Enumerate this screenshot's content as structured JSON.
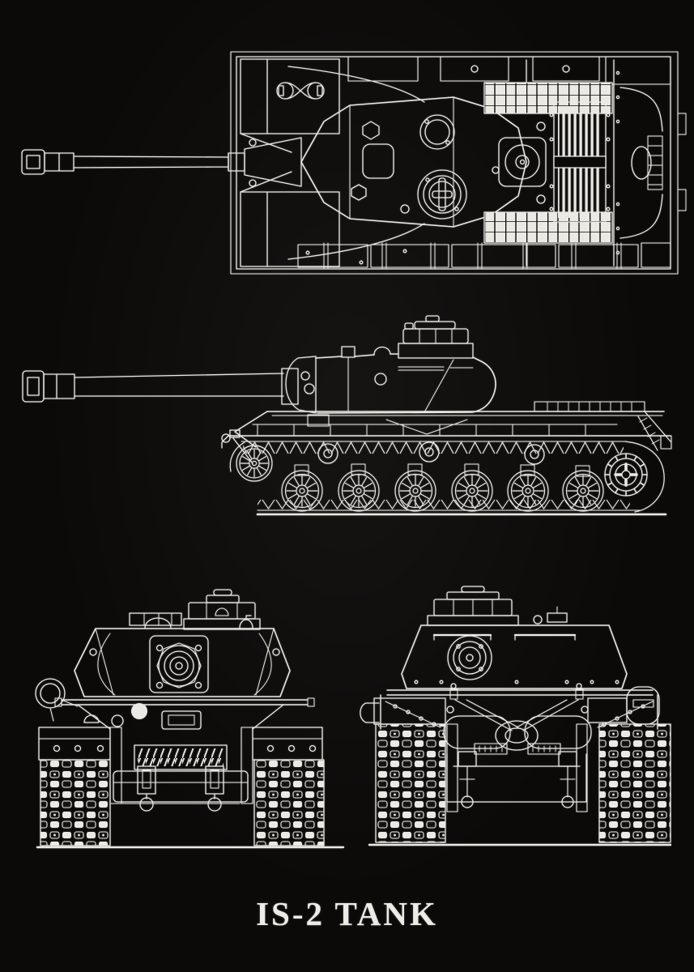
{
  "poster": {
    "title": "IS-2 TANK",
    "background_color": "#0b0a09",
    "line_color": "#ebe9e4",
    "views": [
      "top-view",
      "side-view",
      "front-view",
      "rear-view"
    ]
  }
}
